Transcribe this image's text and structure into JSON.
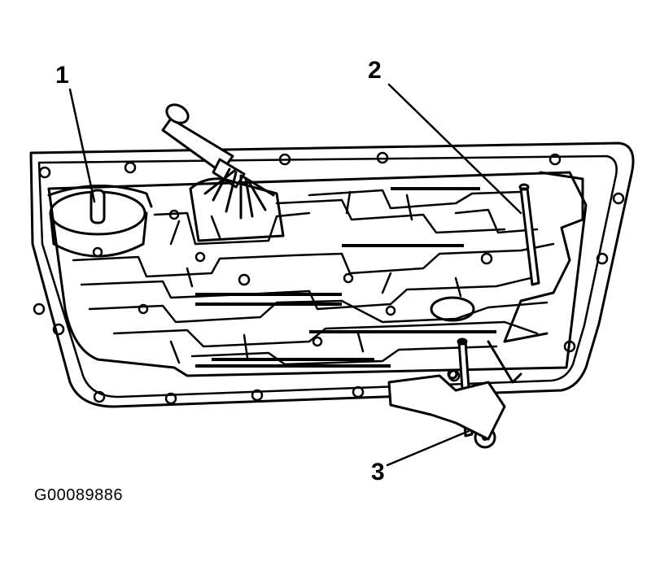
{
  "callouts": [
    {
      "label": "1"
    },
    {
      "label": "2"
    },
    {
      "label": "3"
    }
  ],
  "figure_id": "G00089886",
  "colors": {
    "ink": "#000000",
    "paper": "#ffffff"
  }
}
